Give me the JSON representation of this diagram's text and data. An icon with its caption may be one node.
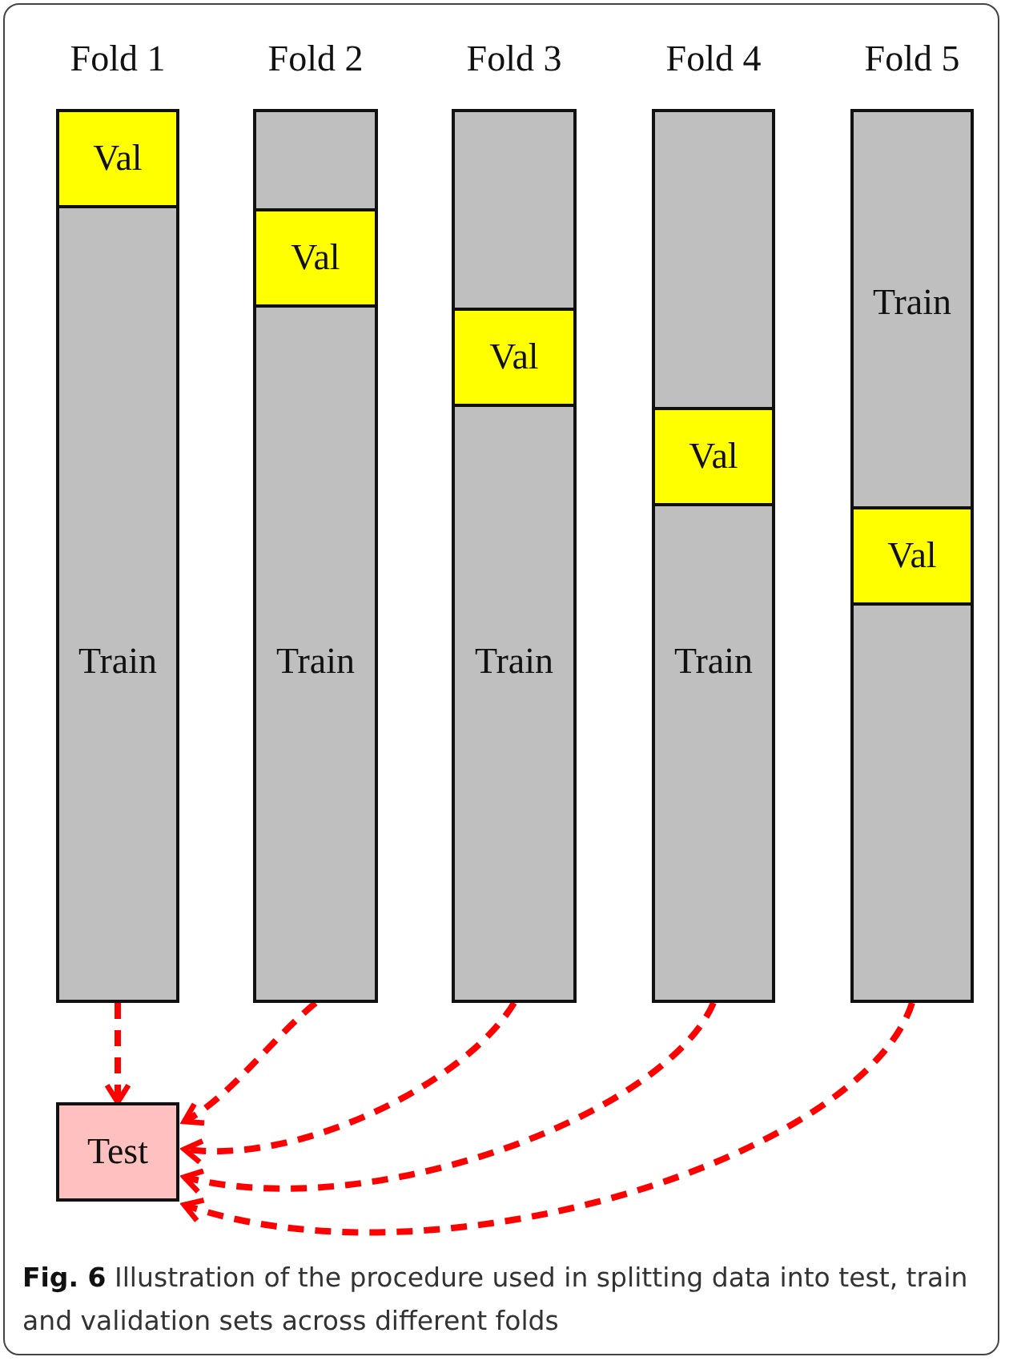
{
  "diagram": {
    "caption": "**Fig. 6** Illustration of the procedure used in splitting data into test, train and validation sets across different folds",
    "nodes": [
      {
        "text": [
          "Fold 1",
          "Train"
        ]
      },
      {
        "text": [
          "Val"
        ],
        "in": 0
      },
      {
        "text": [
          "Fold 2",
          "Train"
        ]
      },
      {
        "text": [
          "Val"
        ],
        "in": 2
      },
      {
        "text": [
          "Fold 3",
          "Train"
        ]
      },
      {
        "text": [
          "Val"
        ],
        "in": 4
      },
      {
        "text": [
          "Fold 4",
          "Train"
        ]
      },
      {
        "text": [
          "Val"
        ],
        "in": 6
      },
      {
        "text": [
          "Fold 5",
          "Train"
        ]
      },
      {
        "text": [
          "Val"
        ],
        "in": 8
      },
      {
        "text": [
          "Test"
        ]
      }
    ],
    "edges": [
      {
        "from": 0,
        "to": 10,
        "arrow": "to",
        "style": "dashed",
        "color": "#ff0000"
      },
      {
        "from": 2,
        "to": 10,
        "arrow": "to",
        "style": "dashed",
        "color": "#ff0000"
      },
      {
        "from": 4,
        "to": 10,
        "arrow": "to",
        "style": "dashed",
        "color": "#ff0000"
      },
      {
        "from": 6,
        "to": 10,
        "arrow": "to",
        "style": "dashed",
        "color": "#ff0000"
      },
      {
        "from": 8,
        "to": 10,
        "arrow": "to",
        "style": "dashed",
        "color": "#ff0000"
      }
    ]
  }
}
